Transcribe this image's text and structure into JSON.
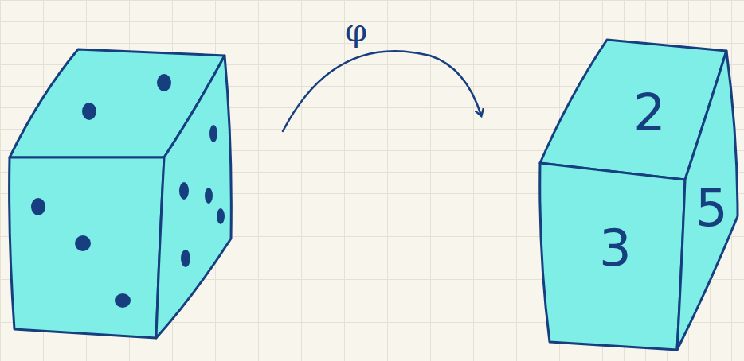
{
  "diagram": {
    "nodes": [
      {
        "text": [
          "2"
        ]
      },
      {
        "text": [
          "3"
        ]
      },
      {
        "text": [
          "5"
        ]
      }
    ],
    "labels": [
      "φ"
    ]
  }
}
